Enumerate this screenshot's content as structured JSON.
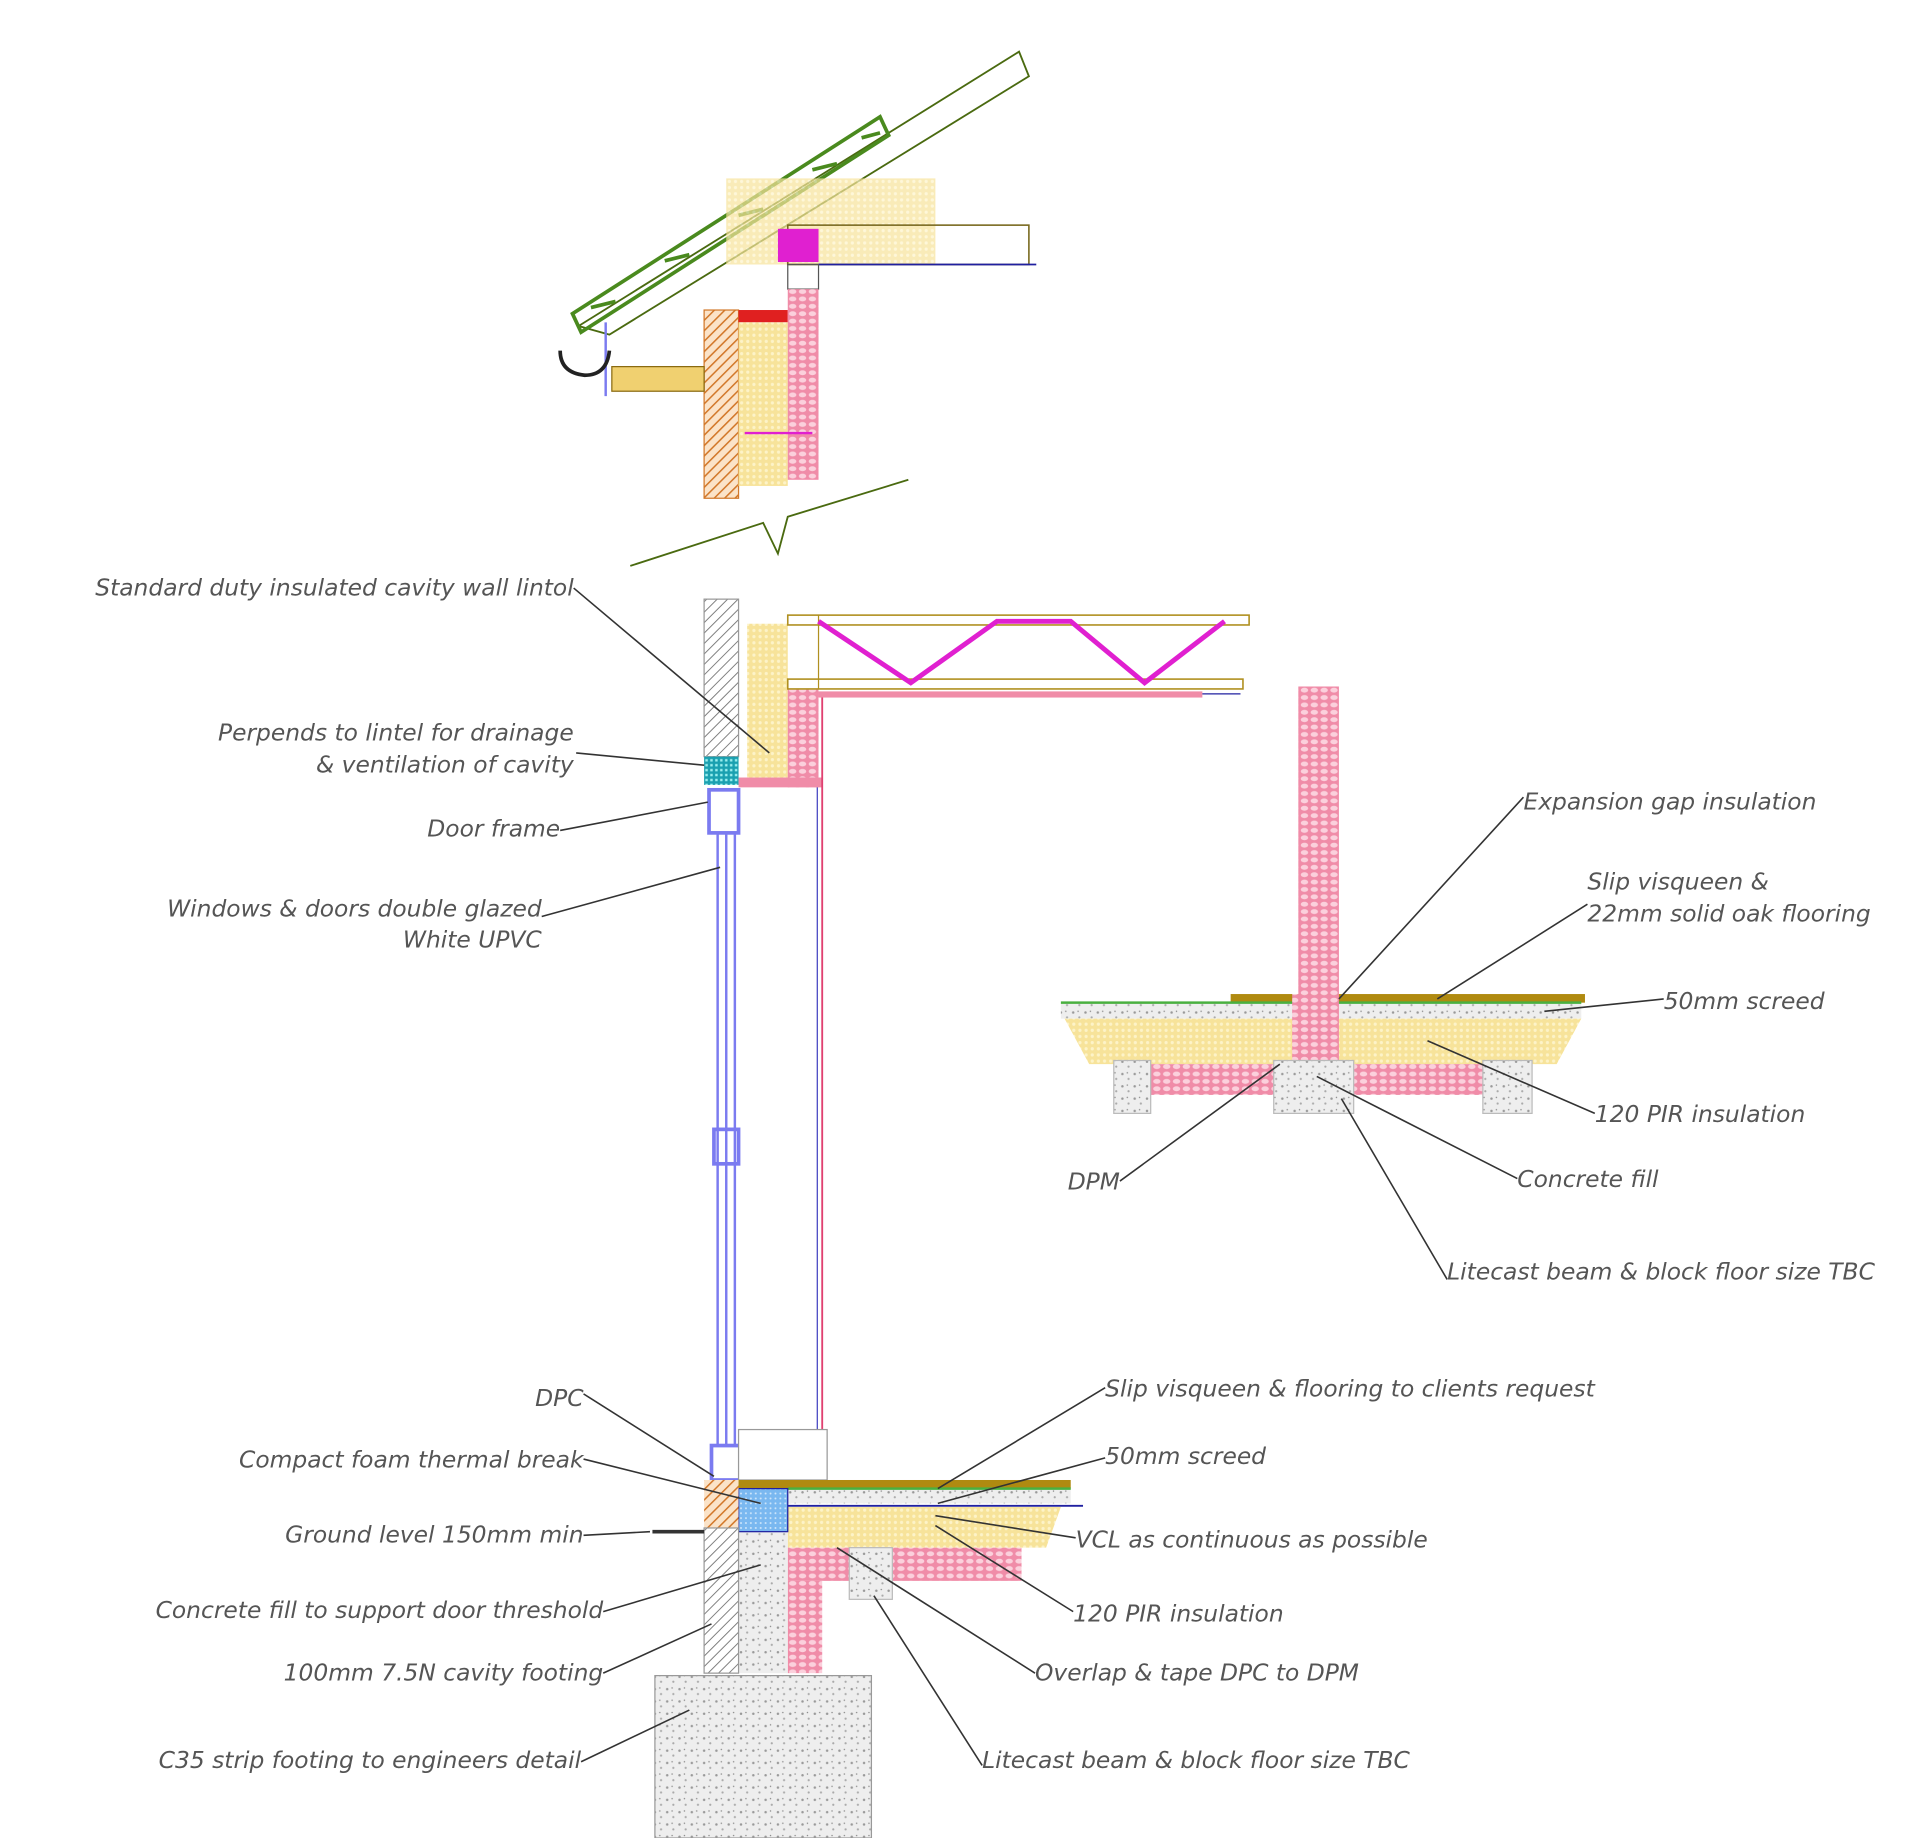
{
  "colors": {
    "brick": "#d2782a",
    "block": "#f08ca8",
    "insulation": "#f7e39a",
    "masonry_grey": "#b8b8b8",
    "roof_green": "#4a8a1e",
    "frame_blue": "#7b7bf0",
    "joist_magenta": "#e020d0",
    "oak": "#b08a10",
    "text": "#555555"
  },
  "labels": {
    "lintel": "Standard duty insulated cavity wall lintol",
    "perpends_1": "Perpends to lintel for drainage",
    "perpends_2": "& ventilation of cavity",
    "door_frame": "Door frame",
    "windows_1": "Windows & doors double glazed",
    "windows_2": "White UPVC",
    "expansion_gap": "Expansion gap insulation",
    "slip_oak_1": "Slip visqueen &",
    "slip_oak_2": "22mm solid oak flooring",
    "screed_upper": "50mm screed",
    "pir_upper": "120 PIR insulation",
    "concrete_fill_upper": "Concrete fill",
    "dpm": "DPM",
    "litecast_upper": "Litecast beam & block floor size TBC",
    "dpc": "DPC",
    "compact_foam": "Compact foam thermal break",
    "ground_level": "Ground level 150mm min",
    "concrete_fill_threshold": "Concrete fill to support door threshold",
    "cavity_footing": "100mm 7.5N cavity footing",
    "strip_footing": "C35 strip footing to engineers detail",
    "slip_clients": "Slip visqueen & flooring to clients request",
    "screed_lower": "50mm screed",
    "vcl": "VCL as continuous as possible",
    "pir_lower": "120 PIR insulation",
    "overlap_dpc": "Overlap & tape DPC to DPM",
    "litecast_lower": "Litecast beam & block floor size TBC"
  }
}
